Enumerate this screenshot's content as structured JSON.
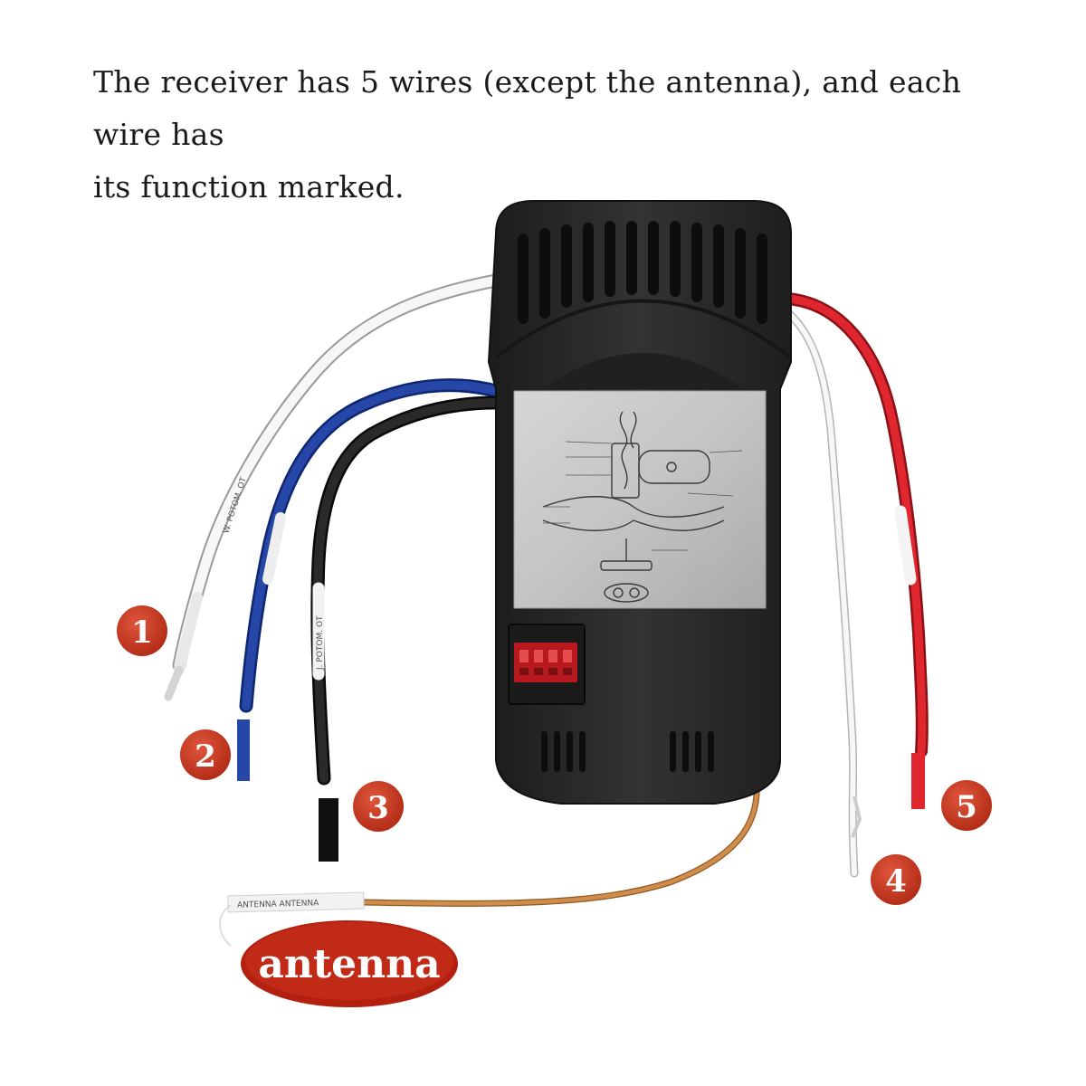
{
  "caption": {
    "line1": "The receiver has 5 wires (except the antenna), and each wire has",
    "line2": "its function marked."
  },
  "wire_numbers": [
    "1",
    "2",
    "3",
    "4",
    "5"
  ],
  "antenna_label": "antenna",
  "wire_tags": {
    "white_left": "W. POTOM. OT",
    "black": "J. POTOM. OT",
    "antenna": "ANTENNA ANTENNA"
  },
  "colors": {
    "badge_red": "#c0301b",
    "antenna_oval": "#b4200f",
    "receiver_body": "#2b2b2b",
    "wire_red": "#d8232a",
    "wire_blue": "#1f3a93",
    "wire_antenna": "#c98542"
  }
}
